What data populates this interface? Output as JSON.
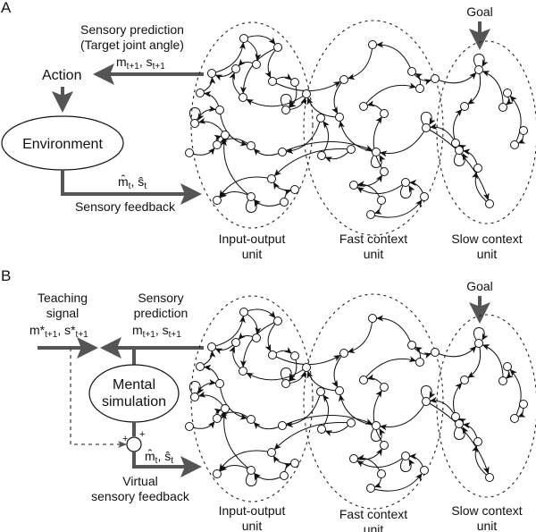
{
  "panels": [
    {
      "id": "A",
      "letter": "A",
      "prediction_label_line1": "Sensory prediction",
      "prediction_label_line2": "(Target joint angle)",
      "prediction_vars": {
        "m": "m",
        "m_sub": "t+1",
        "sep": ", ",
        "s": "s",
        "s_sub": "t+1"
      },
      "action_label": "Action",
      "environment_label": "Environment",
      "feedback_vars": {
        "m": "m̂",
        "m_sub": "t",
        "sep": ", ",
        "s": "ŝ",
        "s_sub": "t"
      },
      "feedback_label": "Sensory feedback",
      "goal_label": "Goal",
      "units": [
        {
          "line1": "Input-output",
          "line2": "unit"
        },
        {
          "line1": "Fast context",
          "line2": "unit"
        },
        {
          "line1": "Slow context",
          "line2": "unit"
        }
      ]
    },
    {
      "id": "B",
      "letter": "B",
      "teaching_label_line1": "Teaching",
      "teaching_label_line2": "signal",
      "teaching_vars": {
        "m": "m*",
        "m_sub": "t+1",
        "sep": ", ",
        "s": "s*",
        "s_sub": "t+1"
      },
      "prediction_label_line1": "Sensory",
      "prediction_label_line2": "prediction",
      "prediction_vars": {
        "m": "m",
        "m_sub": "t+1",
        "sep": ", ",
        "s": "s",
        "s_sub": "t+1"
      },
      "simulation_label_line1": "Mental",
      "simulation_label_line2": "simulation",
      "sum_signs": [
        "+",
        "+"
      ],
      "feedback_vars": {
        "m": "m̂",
        "m_sub": "t",
        "sep": ", ",
        "s": "ŝ",
        "s_sub": "t"
      },
      "feedback_label_line1": "Virtual",
      "feedback_label_line2": "sensory feedback",
      "goal_label": "Goal",
      "units": [
        {
          "line1": "Input-output",
          "line2": "unit"
        },
        {
          "line1": "Fast context",
          "line2": "unit"
        },
        {
          "line1": "Slow context",
          "line2": "unit"
        }
      ]
    }
  ]
}
